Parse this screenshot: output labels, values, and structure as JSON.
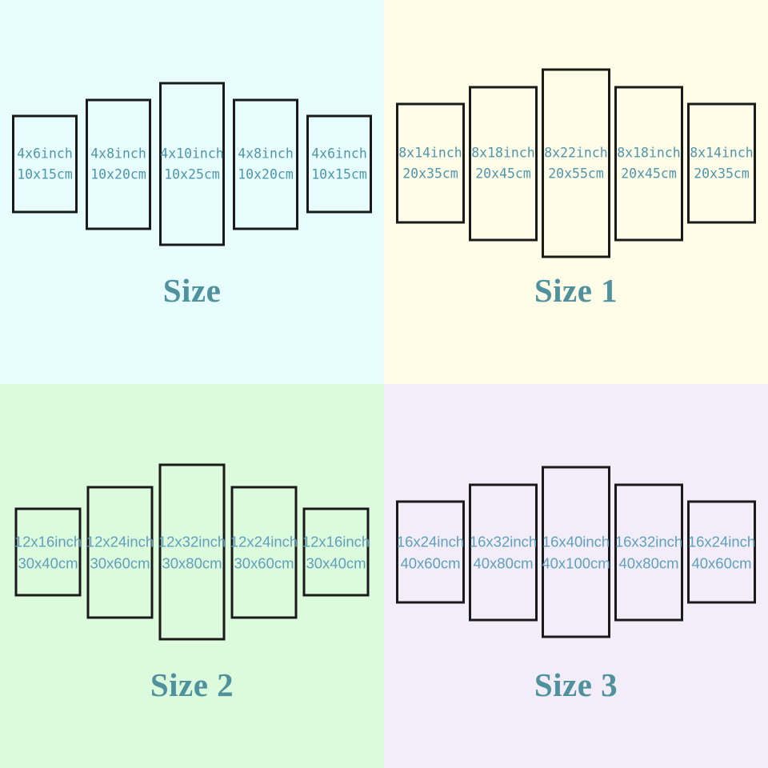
{
  "style": {
    "panel_border_color": "#1a1a1a",
    "title_color": "#4f919d",
    "top_text_color": "#4e96ac",
    "bottom_text_color": "#5fa0bd"
  },
  "quadrants": [
    {
      "title": "Size",
      "background": "#e7fdfe",
      "text_color": "#4e96ac",
      "panels": [
        {
          "inch": "4x6inch",
          "cm": "10x15cm"
        },
        {
          "inch": "4x8inch",
          "cm": "10x20cm"
        },
        {
          "inch": "4x10inch",
          "cm": "10x25cm"
        },
        {
          "inch": "4x8inch",
          "cm": "10x20cm"
        },
        {
          "inch": "4x6inch",
          "cm": "10x15cm"
        }
      ]
    },
    {
      "title": "Size 1",
      "background": "#fffde8",
      "text_color": "#4e96ac",
      "panels": [
        {
          "inch": "8x14inch",
          "cm": "20x35cm"
        },
        {
          "inch": "8x18inch",
          "cm": "20x45cm"
        },
        {
          "inch": "8x22inch",
          "cm": "20x55cm"
        },
        {
          "inch": "8x18inch",
          "cm": "20x45cm"
        },
        {
          "inch": "8x14inch",
          "cm": "20x35cm"
        }
      ]
    },
    {
      "title": "Size 2",
      "background": "#dcfbdd",
      "text_color": "#5fa0bd",
      "panels": [
        {
          "inch": "12x16inch",
          "cm": "30x40cm"
        },
        {
          "inch": "12x24inch",
          "cm": "30x60cm"
        },
        {
          "inch": "12x32inch",
          "cm": "30x80cm"
        },
        {
          "inch": "12x24inch",
          "cm": "30x60cm"
        },
        {
          "inch": "12x16inch",
          "cm": "30x40cm"
        }
      ]
    },
    {
      "title": "Size 3",
      "background": "#f2edf9",
      "text_color": "#5fa0bd",
      "panels": [
        {
          "inch": "16x24inch",
          "cm": "40x60cm"
        },
        {
          "inch": "16x32inch",
          "cm": "40x80cm"
        },
        {
          "inch": "16x40inch",
          "cm": "40x100cm"
        },
        {
          "inch": "16x32inch",
          "cm": "40x80cm"
        },
        {
          "inch": "16x24inch",
          "cm": "40x60cm"
        }
      ]
    }
  ]
}
